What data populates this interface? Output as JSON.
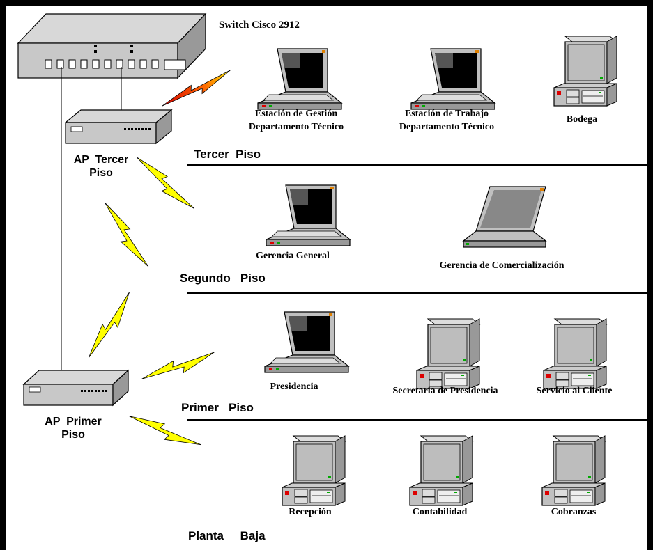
{
  "switch": {
    "label": "Switch Cisco 2912"
  },
  "access_points": {
    "third": {
      "label": "AP  Tercer\nPiso"
    },
    "first": {
      "label": "AP  Primer\nPiso"
    }
  },
  "floors": {
    "third": "Tercer  Piso",
    "second": "Segundo   Piso",
    "first": "Primer   Piso",
    "ground": "Planta     Baja"
  },
  "stations": {
    "gestion": "Estación de Gestión\nDepartamento Técnico",
    "trabajo": "Estación de Trabajo\nDepartamento Técnico",
    "bodega": "Bodega",
    "gerencia_general": "Gerencia General",
    "gerencia_comercializacion": "Gerencia de Comercialización",
    "presidencia": "Presidencia",
    "secretaria": "Secretaria de Presidencia",
    "servicio": "Servicio al Cliente",
    "recepcion": "Recepción",
    "contabilidad": "Contabilidad",
    "cobranzas": "Cobranzas"
  },
  "colors": {
    "lightning": "#ffff00",
    "lightning_hot": "#cc2200",
    "device_gray": "#c0c0c0",
    "screen": "#000000"
  }
}
